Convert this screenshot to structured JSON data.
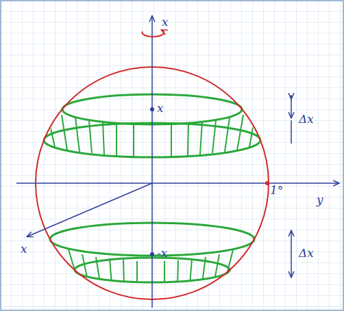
{
  "diagram": {
    "labels": [
      "x",
      "x",
      "Δx",
      "1°",
      "y",
      "x",
      "-x",
      "Δx"
    ]
  }
}
